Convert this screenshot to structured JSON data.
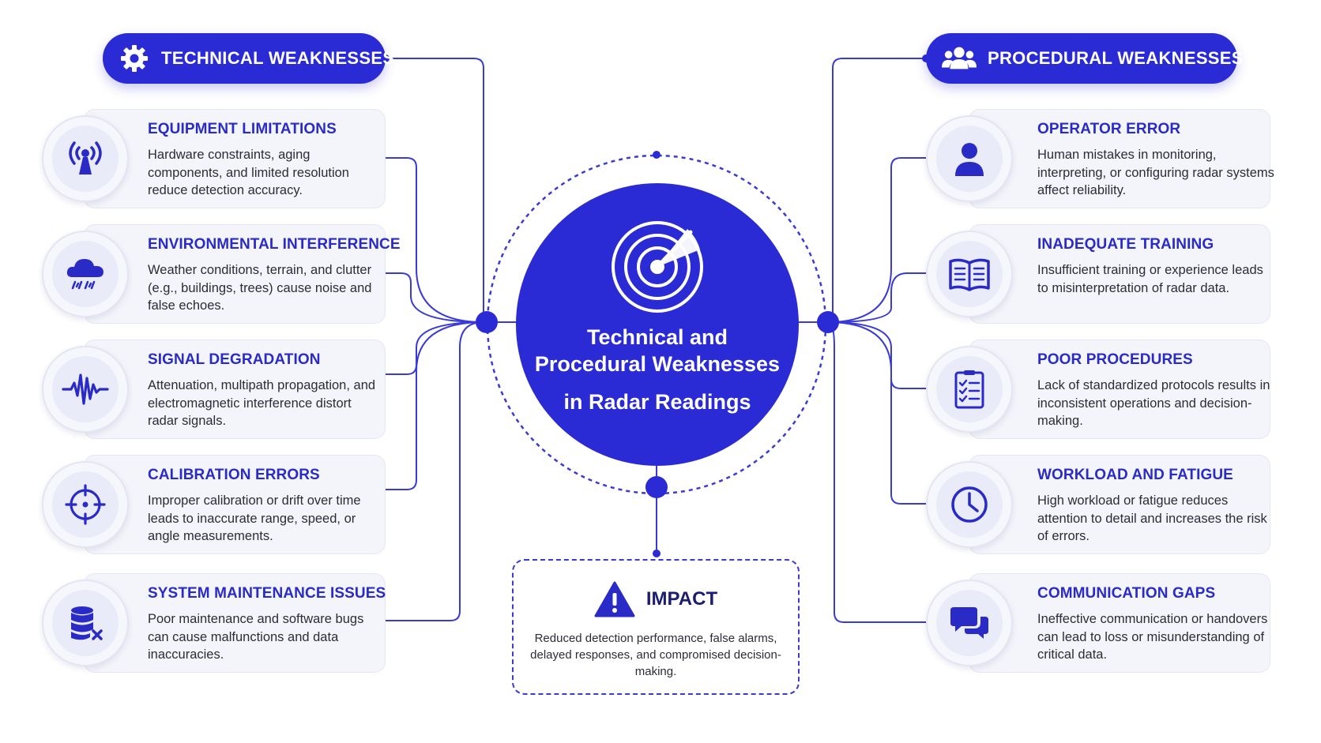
{
  "colors": {
    "accent": "#2a2bd4",
    "accent_text": "#2a2bc6",
    "card_bg": "#f4f5fb",
    "line": "#3a3bd6"
  },
  "center": {
    "line1": "Technical and",
    "line2": "Procedural Weaknesses",
    "line3": "in Radar Readings",
    "icon": "radar-icon"
  },
  "technical": {
    "heading": "TECHNICAL WEAKNESSES",
    "heading_icon": "gear-icon",
    "items": [
      {
        "title": "EQUIPMENT LIMITATIONS",
        "desc": "Hardware constraints, aging components, and limited resolution reduce detection accuracy.",
        "icon": "antenna-icon"
      },
      {
        "title": "ENVIRONMENTAL INTERFERENCE",
        "desc": "Weather conditions, terrain, and clutter (e.g., buildings, trees) cause noise and false echoes.",
        "icon": "rain-cloud-icon"
      },
      {
        "title": "SIGNAL DEGRADATION",
        "desc": "Attenuation, multipath propagation, and electromagnetic interference distort radar signals.",
        "icon": "waveform-icon"
      },
      {
        "title": "CALIBRATION ERRORS",
        "desc": "Improper calibration or drift over time leads to inaccurate range, speed, or angle measurements.",
        "icon": "crosshair-icon"
      },
      {
        "title": "SYSTEM MAINTENANCE ISSUES",
        "desc": "Poor maintenance and software bugs can cause malfunctions and data inaccuracies.",
        "icon": "database-error-icon"
      }
    ]
  },
  "procedural": {
    "heading": "PROCEDURAL WEAKNESSES",
    "heading_icon": "users-icon",
    "items": [
      {
        "title": "OPERATOR ERROR",
        "desc": "Human mistakes in monitoring, interpreting, or configuring radar systems affect reliability.",
        "icon": "user-icon"
      },
      {
        "title": "INADEQUATE TRAINING",
        "desc": "Insufficient training or experience leads to misinterpretation of radar data.",
        "icon": "book-icon"
      },
      {
        "title": "POOR PROCEDURES",
        "desc": "Lack of standardized protocols results in inconsistent operations and decision-making.",
        "icon": "checklist-icon"
      },
      {
        "title": "WORKLOAD AND FATIGUE",
        "desc": "High workload or fatigue reduces attention to detail and increases the risk of errors.",
        "icon": "clock-icon"
      },
      {
        "title": "COMMUNICATION GAPS",
        "desc": "Ineffective communication or handovers can lead to loss or misunderstanding of critical data.",
        "icon": "chat-bubbles-icon"
      }
    ]
  },
  "impact": {
    "label": "IMPACT",
    "desc": "Reduced detection performance, false alarms, delayed responses, and compromised decision-making.",
    "icon": "warning-icon"
  }
}
